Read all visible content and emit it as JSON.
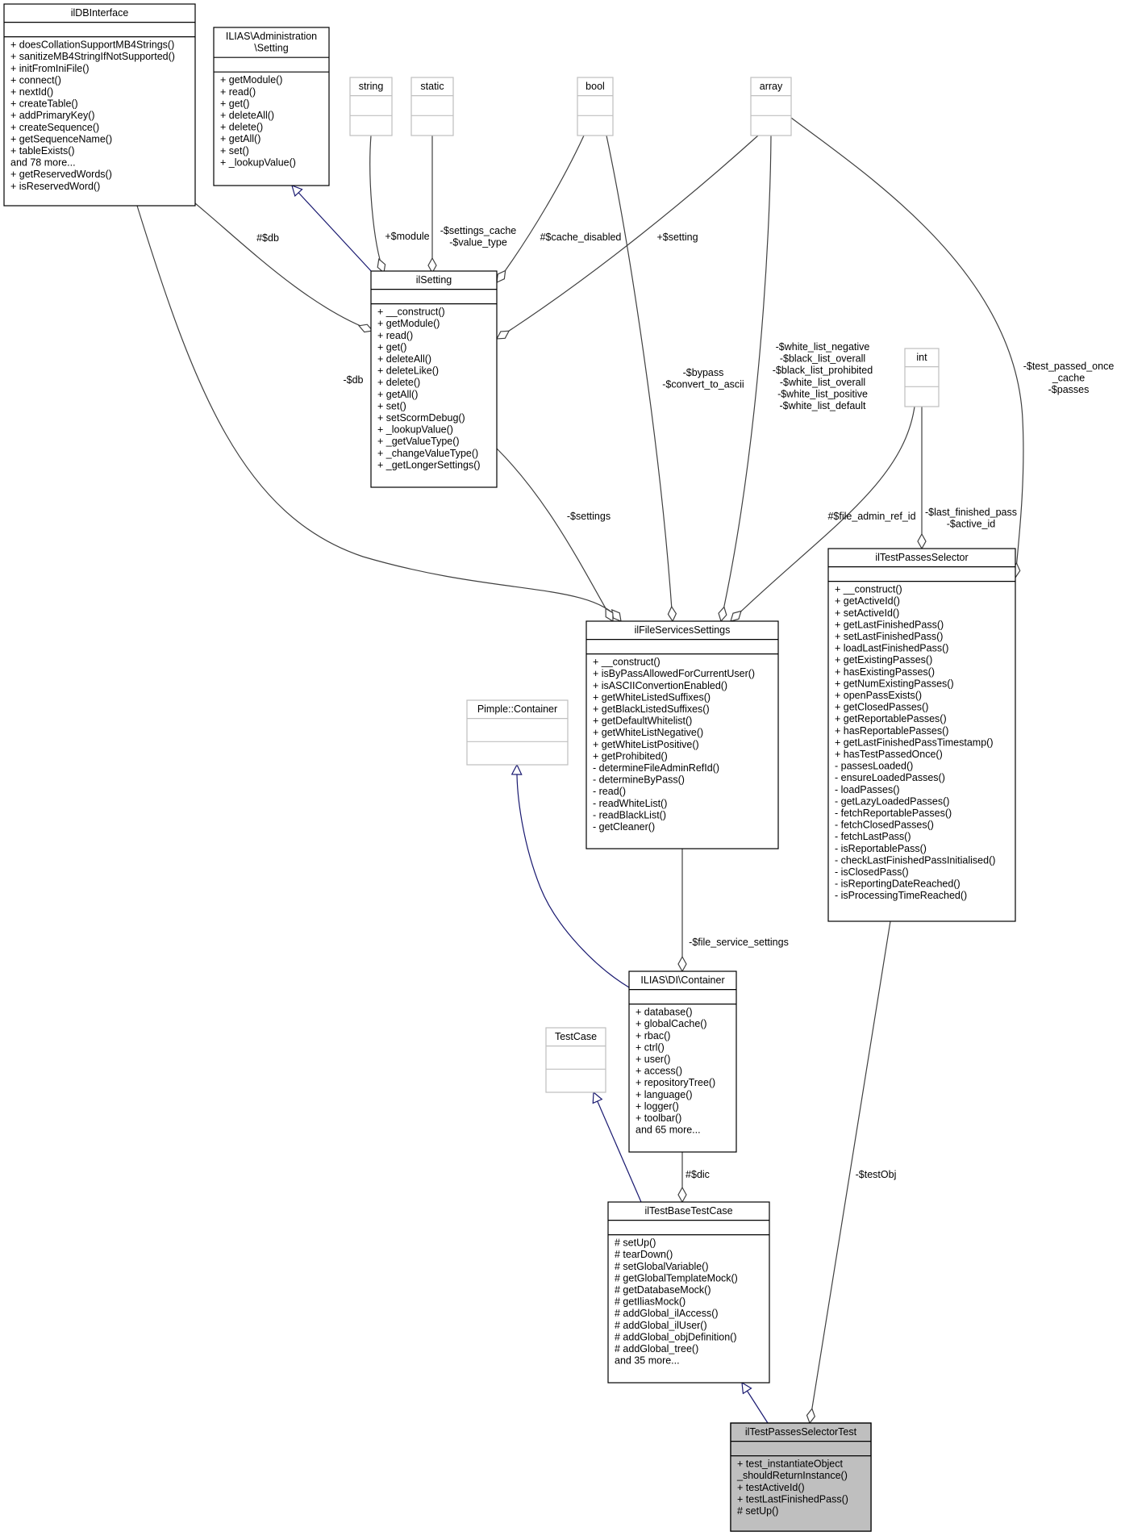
{
  "colors": {
    "black_border": "#000000",
    "grey_border": "#bfbfbf",
    "selected_fill": "#bfbfbf",
    "inherit_edge": "#191970",
    "assoc_edge": "#404040"
  },
  "classes": {
    "ilDBInterface": {
      "title": [
        "ilDBInterface"
      ],
      "methods": [
        "+ doesCollationSupportMB4Strings()",
        "+ sanitizeMB4StringIfNotSupported()",
        "+ initFromIniFile()",
        "+ connect()",
        "+ nextId()",
        "+ createTable()",
        "+ addPrimaryKey()",
        "+ createSequence()",
        "+ getSequenceName()",
        "+ tableExists()",
        "and 78 more...",
        "+ getReservedWords()",
        "+ isReservedWord()"
      ]
    },
    "adminSetting": {
      "title": [
        "ILIAS\\Administration",
        "\\Setting"
      ],
      "methods": [
        "+ getModule()",
        "+ read()",
        "+ get()",
        "+ deleteAll()",
        "+ delete()",
        "+ getAll()",
        "+ set()",
        "+ _lookupValue()"
      ]
    },
    "string": {
      "title": [
        "string"
      ],
      "methods": []
    },
    "static": {
      "title": [
        "static"
      ],
      "methods": []
    },
    "bool": {
      "title": [
        "bool"
      ],
      "methods": []
    },
    "array": {
      "title": [
        "array"
      ],
      "methods": []
    },
    "int": {
      "title": [
        "int"
      ],
      "methods": []
    },
    "ilSetting": {
      "title": [
        "ilSetting"
      ],
      "methods": [
        "+ __construct()",
        "+ getModule()",
        "+ read()",
        "+ get()",
        "+ deleteAll()",
        "+ deleteLike()",
        "+ delete()",
        "+ getAll()",
        "+ set()",
        "+ setScormDebug()",
        "+ _lookupValue()",
        "+ _getValueType()",
        "+ _changeValueType()",
        "+ _getLongerSettings()"
      ]
    },
    "ilFileServicesSettings": {
      "title": [
        "ilFileServicesSettings"
      ],
      "methods": [
        "+ __construct()",
        "+ isByPassAllowedForCurrentUser()",
        "+ isASCIIConvertionEnabled()",
        "+ getWhiteListedSuffixes()",
        "+ getBlackListedSuffixes()",
        "+ getDefaultWhitelist()",
        "+ getWhiteListNegative()",
        "+ getWhiteListPositive()",
        "+ getProhibited()",
        "- determineFileAdminRefId()",
        "- determineByPass()",
        "- read()",
        "- readWhiteList()",
        "- readBlackList()",
        "- getCleaner()"
      ]
    },
    "ilTestPassesSelector": {
      "title": [
        "ilTestPassesSelector"
      ],
      "methods": [
        "+ __construct()",
        "+ getActiveId()",
        "+ setActiveId()",
        "+ getLastFinishedPass()",
        "+ setLastFinishedPass()",
        "+ loadLastFinishedPass()",
        "+ getExistingPasses()",
        "+ hasExistingPasses()",
        "+ getNumExistingPasses()",
        "+ openPassExists()",
        "+ getClosedPasses()",
        "+ getReportablePasses()",
        "+ hasReportablePasses()",
        "+ getLastFinishedPassTimestamp()",
        "+ hasTestPassedOnce()",
        "- passesLoaded()",
        "- ensureLoadedPasses()",
        "- loadPasses()",
        "- getLazyLoadedPasses()",
        "- fetchReportablePasses()",
        "- fetchClosedPasses()",
        "- fetchLastPass()",
        "- isReportablePass()",
        "- checkLastFinishedPassInitialised()",
        "- isClosedPass()",
        "- isReportingDateReached()",
        "- isProcessingTimeReached()"
      ]
    },
    "pimple": {
      "title": [
        "Pimple::Container"
      ],
      "methods": []
    },
    "diContainer": {
      "title": [
        "ILIAS\\DI\\Container"
      ],
      "methods": [
        "+ database()",
        "+ globalCache()",
        "+ rbac()",
        "+ ctrl()",
        "+ user()",
        "+ access()",
        "+ repositoryTree()",
        "+ language()",
        "+ logger()",
        "+ toolbar()",
        "and 65 more..."
      ]
    },
    "TestCase": {
      "title": [
        "TestCase"
      ],
      "methods": []
    },
    "ilTestBaseTestCase": {
      "title": [
        "ilTestBaseTestCase"
      ],
      "methods": [
        "# setUp()",
        "# tearDown()",
        "# setGlobalVariable()",
        "# getGlobalTemplateMock()",
        "# getDatabaseMock()",
        "# getIliasMock()",
        "# addGlobal_ilAccess()",
        "# addGlobal_ilUser()",
        "# addGlobal_objDefinition()",
        "# addGlobal_tree()",
        "and 35 more..."
      ]
    },
    "ilTestPassesSelectorTest": {
      "title": [
        "ilTestPassesSelectorTest"
      ],
      "methods": [
        "+ test_instantiateObject",
        "_shouldReturnInstance()",
        "+ testActiveId()",
        "+ testLastFinishedPass()",
        "# setUp()"
      ]
    }
  },
  "edge_labels": {
    "db_to_setting": [
      "#$db"
    ],
    "module": [
      "+$module"
    ],
    "settings_cache": [
      "-$settings_cache",
      "-$value_type"
    ],
    "cache_disabled": [
      "#$cache_disabled"
    ],
    "setting": [
      "+$setting"
    ],
    "db_to_files": [
      "-$db"
    ],
    "bypass": [
      "-$bypass",
      "-$convert_to_ascii"
    ],
    "white_list": [
      "-$white_list_negative",
      "-$black_list_overall",
      "-$black_list_prohibited",
      "-$white_list_overall",
      "-$white_list_positive",
      "-$white_list_default"
    ],
    "test_passed_once": [
      "-$test_passed_once",
      "_cache",
      "-$passes"
    ],
    "settings": [
      "-$settings"
    ],
    "file_admin_ref_id": [
      "#$file_admin_ref_id"
    ],
    "last_finished_pass": [
      "-$last_finished_pass",
      "-$active_id"
    ],
    "file_service_settings": [
      "-$file_service_settings"
    ],
    "dic": [
      "#$dic"
    ],
    "testObj": [
      "-$testObj"
    ]
  }
}
